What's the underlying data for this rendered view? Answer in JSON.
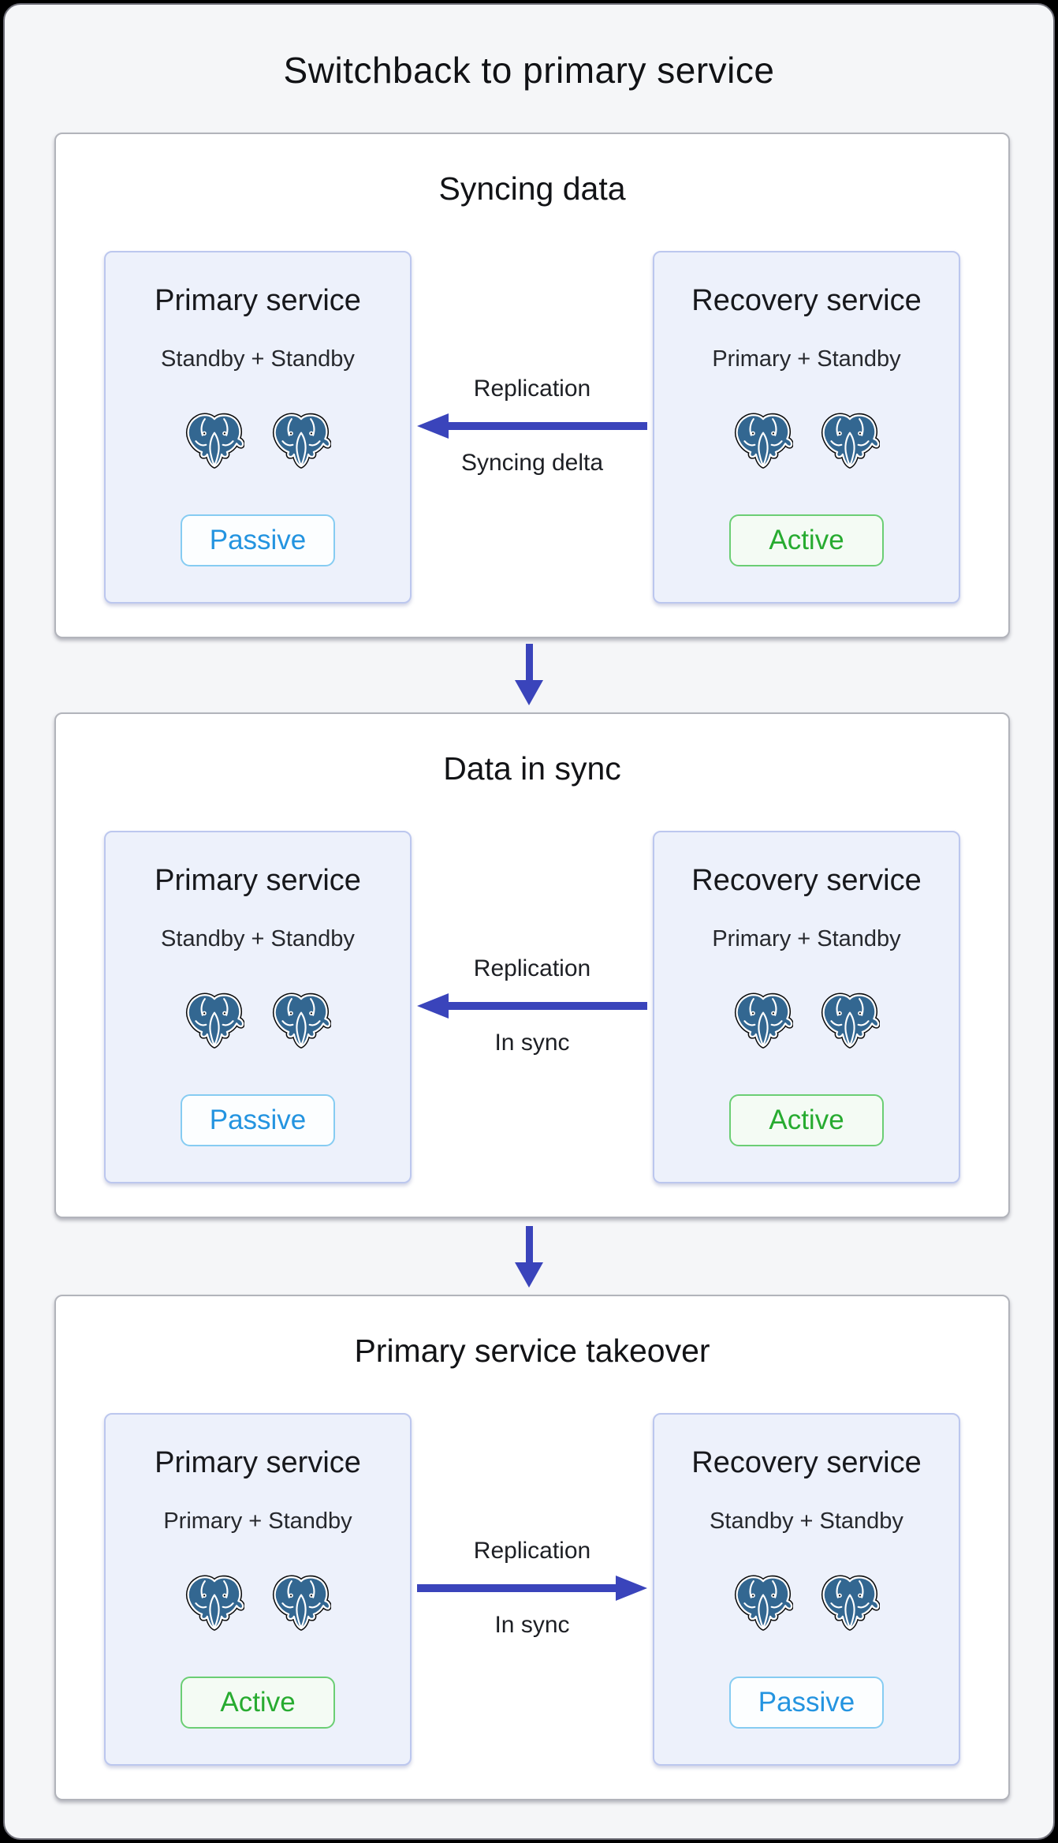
{
  "page": {
    "title": "Switchback to primary service"
  },
  "colors": {
    "arrow_blue": "#3a44bb",
    "postgres_blue": "#336791",
    "active_text": "#27ab30",
    "active_border": "#6bce74",
    "passive_text": "#2494e0",
    "passive_border": "#86ccf2",
    "card_bg": "#edf1fb",
    "card_border": "#bcc7ee"
  },
  "icons": {
    "database": "postgresql-elephant"
  },
  "sections": [
    {
      "title": "Syncing data",
      "left_card": {
        "title": "Primary service",
        "subtitle": "Standby + Standby",
        "badge": "Passive"
      },
      "right_card": {
        "title": "Recovery service",
        "subtitle": "Primary + Standby",
        "badge": "Active"
      },
      "arrow": {
        "direction": "left",
        "label_top": "Replication",
        "label_bottom": "Syncing delta"
      }
    },
    {
      "title": "Data in sync",
      "left_card": {
        "title": "Primary service",
        "subtitle": "Standby + Standby",
        "badge": "Passive"
      },
      "right_card": {
        "title": "Recovery service",
        "subtitle": "Primary + Standby",
        "badge": "Active"
      },
      "arrow": {
        "direction": "left",
        "label_top": "Replication",
        "label_bottom": "In sync"
      }
    },
    {
      "title": "Primary service takeover",
      "left_card": {
        "title": "Primary service",
        "subtitle": "Primary + Standby",
        "badge": "Active"
      },
      "right_card": {
        "title": "Recovery service",
        "subtitle": "Standby + Standby",
        "badge": "Passive"
      },
      "arrow": {
        "direction": "right",
        "label_top": "Replication",
        "label_bottom": "In sync"
      }
    }
  ]
}
